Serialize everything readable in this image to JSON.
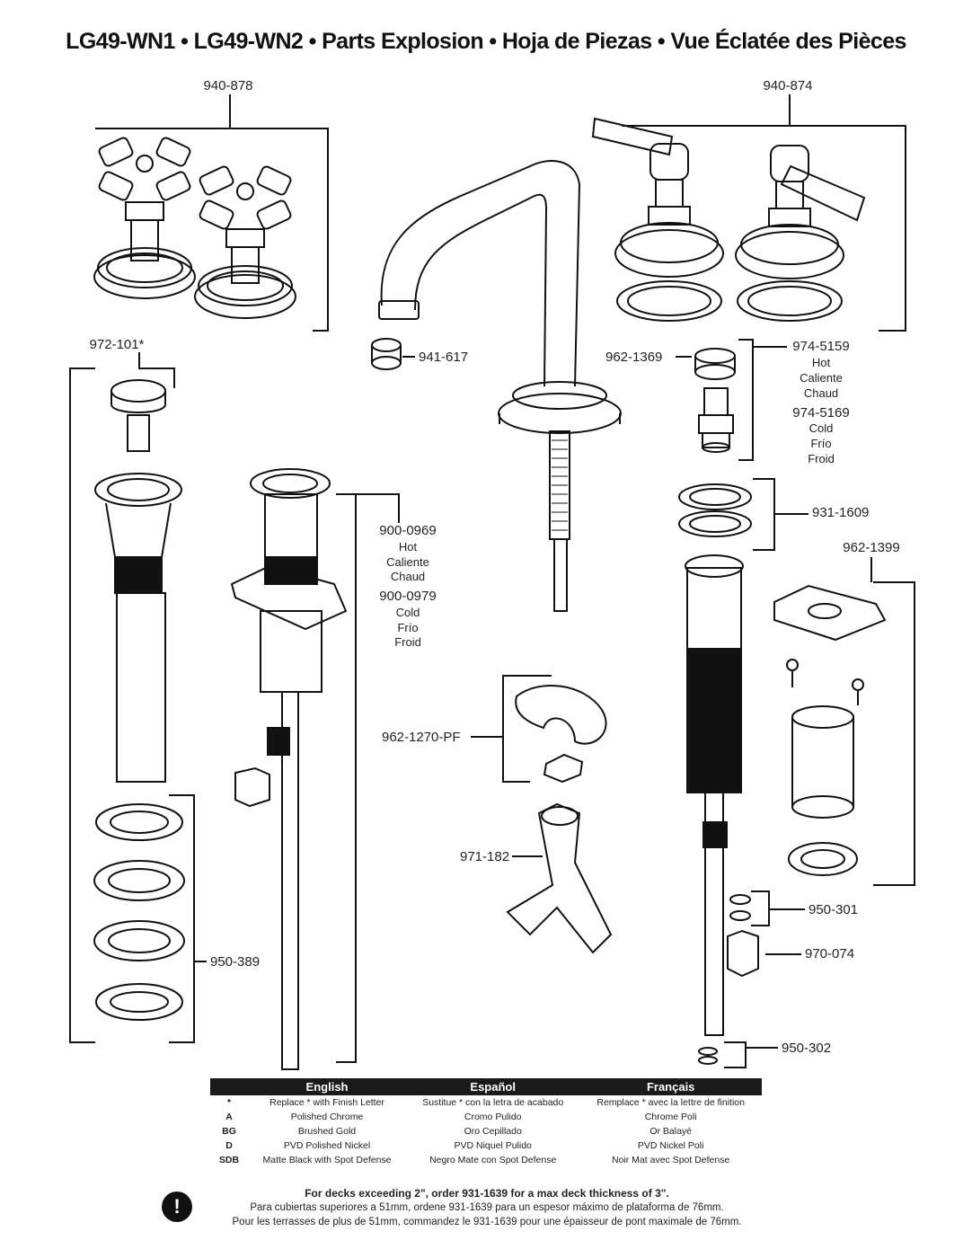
{
  "title": "LG49-WN1 • LG49-WN2 • Parts Explosion  •  Hoja de Piezas  •  Vue Éclatée des Pièces",
  "parts": {
    "p940_878": "940-878",
    "p940_874": "940-874",
    "p972_101": "972-101*",
    "p941_617": "941-617",
    "p962_1369": "962-1369",
    "p974_5159": "974-5159",
    "p974_5159_hot": "Hot",
    "p974_5159_caliente": "Caliente",
    "p974_5159_chaud": "Chaud",
    "p974_5169": "974-5169",
    "p974_5169_cold": "Cold",
    "p974_5169_frio": "Frío",
    "p974_5169_froid": "Froid",
    "p900_0969": "900-0969",
    "p900_0969_hot": "Hot",
    "p900_0969_caliente": "Caliente",
    "p900_0969_chaud": "Chaud",
    "p900_0979": "900-0979",
    "p900_0979_cold": "Cold",
    "p900_0979_frio": "Frío",
    "p900_0979_froid": "Froid",
    "p931_1609": "931-1609",
    "p962_1399": "962-1399",
    "p962_1270": "962-1270-PF",
    "p971_182": "971-182",
    "p950_389": "950-389",
    "p950_301": "950-301",
    "p970_074": "970-074",
    "p950_302": "950-302"
  },
  "legend": {
    "headers": [
      "English",
      "Español",
      "Français"
    ],
    "rows": [
      {
        "code": "*",
        "en": "Replace * with Finish Letter",
        "es": "Sustitue * con la letra de acabado",
        "fr": "Remplace * avec la lettre de finition"
      },
      {
        "code": "A",
        "en": "Polished Chrome",
        "es": "Cromo Pulido",
        "fr": "Chrome Poli"
      },
      {
        "code": "BG",
        "en": "Brushed Gold",
        "es": "Oro Cepillado",
        "fr": "Or Balayé"
      },
      {
        "code": "D",
        "en": "PVD Polished Nickel",
        "es": "PVD Niquel Pulido",
        "fr": "PVD Nickel Poli"
      },
      {
        "code": "SDB",
        "en": "Matte Black with Spot Defense",
        "es": "Negro Mate con Spot Defense",
        "fr": "Noir Mat avec Spot Defense"
      }
    ]
  },
  "note": {
    "icon": "!",
    "line1": "For decks exceeding 2\", order 931-1639 for a max deck thickness of 3\".",
    "line2": "Para cubiertas superiores a 51mm, ordene 931-1639 para un espesor máximo de plataforma de 76mm.",
    "line3": "Pour les terrasses de plus de 51mm, commandez le 931-1639 pour une épaisseur de pont maximale de 76mm."
  }
}
